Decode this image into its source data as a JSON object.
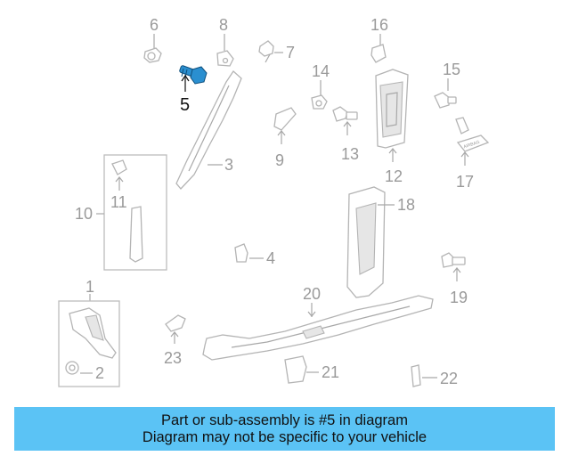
{
  "diagram": {
    "highlight_color": "#2a8fd0",
    "highlighted_part": "5",
    "callouts": [
      "1",
      "2",
      "3",
      "4",
      "5",
      "6",
      "7",
      "8",
      "9",
      "10",
      "11",
      "12",
      "13",
      "14",
      "15",
      "16",
      "17",
      "18",
      "19",
      "20",
      "21",
      "22",
      "23"
    ]
  },
  "banner": {
    "line1": "Part or sub-assembly is #5 in diagram",
    "line2": "Diagram may not be specific to your vehicle",
    "background": "#5bc3f5"
  }
}
